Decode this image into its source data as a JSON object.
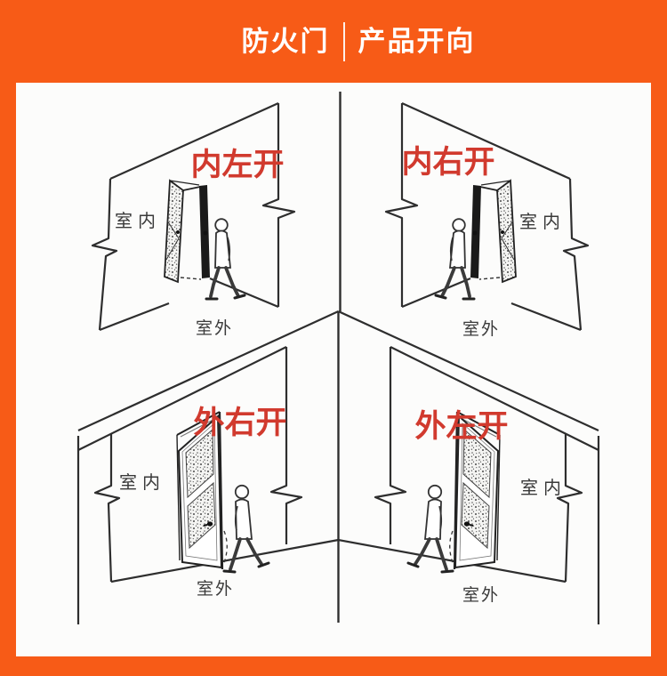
{
  "header": {
    "brand": "防火门",
    "subtitle": "产品开向"
  },
  "colors": {
    "frame_orange": "#F75B17",
    "label_red": "#D13A2E",
    "line_dark": "#2E2E2E",
    "panel_white": "#FCFCFB"
  },
  "quadrants": [
    {
      "position": "top-left",
      "title": "内左开",
      "indoor_label": "室内",
      "outdoor_label": "室外"
    },
    {
      "position": "top-right",
      "title": "内右开",
      "indoor_label": "室内",
      "outdoor_label": "室外"
    },
    {
      "position": "bottom-left",
      "title": "外右开",
      "indoor_label": "室内",
      "outdoor_label": "室外"
    },
    {
      "position": "bottom-right",
      "title": "外左开",
      "indoor_label": "室内",
      "outdoor_label": "室外"
    }
  ]
}
